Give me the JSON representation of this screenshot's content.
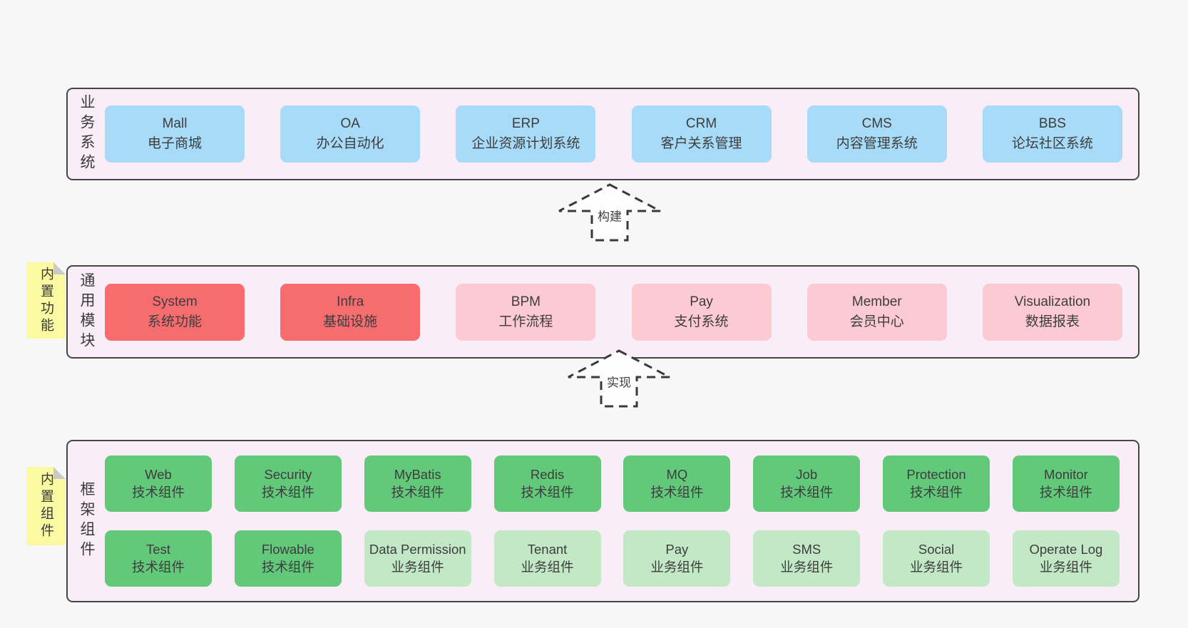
{
  "palette": {
    "page_background": "#f7f7f7",
    "layer_background": "#f9eef7",
    "layer_border": "#454545",
    "blue_box": "#a8dbf7",
    "red_box": "#f76d6f",
    "pink_box": "#fccad3",
    "green_box": "#62c87a",
    "light_green_box": "#c2e8c6",
    "note_yellow": "#fbf9a1",
    "note_fold_gray": "#c9c9c9",
    "text": "#3d3d3d"
  },
  "layers": [
    {
      "label": "业务系统",
      "boxes": [
        {
          "title": "Mall",
          "subtitle": "电子商城"
        },
        {
          "title": "OA",
          "subtitle": "办公自动化"
        },
        {
          "title": "ERP",
          "subtitle": "企业资源计划系统"
        },
        {
          "title": "CRM",
          "subtitle": "客户关系管理"
        },
        {
          "title": "CMS",
          "subtitle": "内容管理系统"
        },
        {
          "title": "BBS",
          "subtitle": "论坛社区系统"
        }
      ]
    },
    {
      "note": "内置功能",
      "label": "通用模块",
      "boxes": [
        {
          "title": "System",
          "subtitle": "系统功能"
        },
        {
          "title": "Infra",
          "subtitle": "基础设施"
        },
        {
          "title": "BPM",
          "subtitle": "工作流程"
        },
        {
          "title": "Pay",
          "subtitle": "支付系统"
        },
        {
          "title": "Member",
          "subtitle": "会员中心"
        },
        {
          "title": "Visualization",
          "subtitle": "数据报表"
        }
      ]
    },
    {
      "note": "内置组件",
      "label": "框架组件",
      "rows": [
        [
          {
            "title": "Web",
            "subtitle": "技术组件"
          },
          {
            "title": "Security",
            "subtitle": "技术组件"
          },
          {
            "title": "MyBatis",
            "subtitle": "技术组件"
          },
          {
            "title": "Redis",
            "subtitle": "技术组件"
          },
          {
            "title": "MQ",
            "subtitle": "技术组件"
          },
          {
            "title": "Job",
            "subtitle": "技术组件"
          },
          {
            "title": "Protection",
            "subtitle": "技术组件"
          },
          {
            "title": "Monitor",
            "subtitle": "技术组件"
          }
        ],
        [
          {
            "title": "Test",
            "subtitle": "技术组件"
          },
          {
            "title": "Flowable",
            "subtitle": "技术组件"
          },
          {
            "title": "Data Permission",
            "subtitle": "业务组件"
          },
          {
            "title": "Tenant",
            "subtitle": "业务组件"
          },
          {
            "title": "Pay",
            "subtitle": "业务组件"
          },
          {
            "title": "SMS",
            "subtitle": "业务组件"
          },
          {
            "title": "Social",
            "subtitle": "业务组件"
          },
          {
            "title": "Operate Log",
            "subtitle": "业务组件"
          }
        ]
      ]
    }
  ],
  "arrows": [
    {
      "label": "构建"
    },
    {
      "label": "实现"
    }
  ]
}
